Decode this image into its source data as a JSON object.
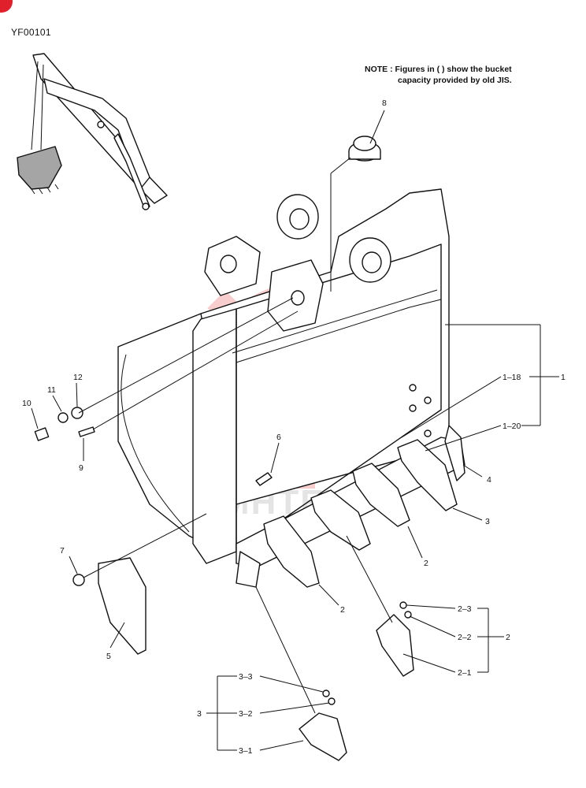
{
  "header": {
    "diagram_code": "YF00101"
  },
  "note": {
    "line1": "NOTE : Figures in (   ) show the bucket",
    "line2": "capacity provided by old JIS."
  },
  "watermark": {
    "text": "MHTEX",
    "color": "#e02020"
  },
  "callouts": {
    "p1": "1",
    "p1_18": "1–18",
    "p1_20": "1–20",
    "p2a": "2",
    "p2b": "2",
    "p2_group": "2",
    "p2_1": "2–1",
    "p2_2": "2–2",
    "p2_3": "2–3",
    "p3a": "3",
    "p3_group": "3",
    "p3_1": "3–1",
    "p3_2": "3–2",
    "p3_3": "3–3",
    "p4": "4",
    "p5": "5",
    "p6": "6",
    "p7": "7",
    "p8": "8",
    "p9": "9",
    "p10": "10",
    "p11": "11",
    "p12": "12"
  }
}
